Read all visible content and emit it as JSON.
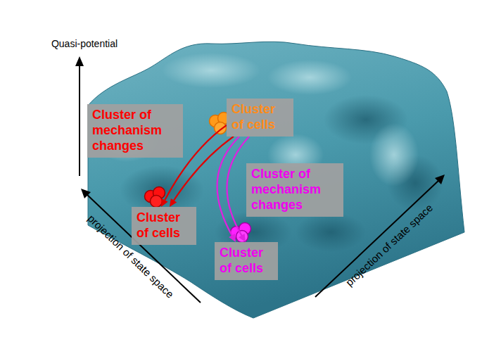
{
  "diagram": {
    "nodes": [
      {
        "text": [
          "Cluster of cells"
        ]
      },
      {
        "text": [
          "Cluster of mechanism changes"
        ]
      },
      {
        "text": [
          "Cluster of mechanism changes"
        ]
      },
      {
        "text": [
          "Cluster of cells"
        ]
      },
      {
        "text": [
          "Cluster of cells"
        ]
      }
    ],
    "edges": [
      {
        "from": 0,
        "to": 3,
        "arrow": "to"
      },
      {
        "from": 0,
        "to": 3,
        "arrow": "to"
      },
      {
        "from": 0,
        "to": 4,
        "arrow": "to"
      },
      {
        "from": 0,
        "to": 4,
        "arrow": "to"
      }
    ],
    "labels": [
      "Quasi-potential",
      "projection of state space",
      "projection of state space"
    ]
  }
}
